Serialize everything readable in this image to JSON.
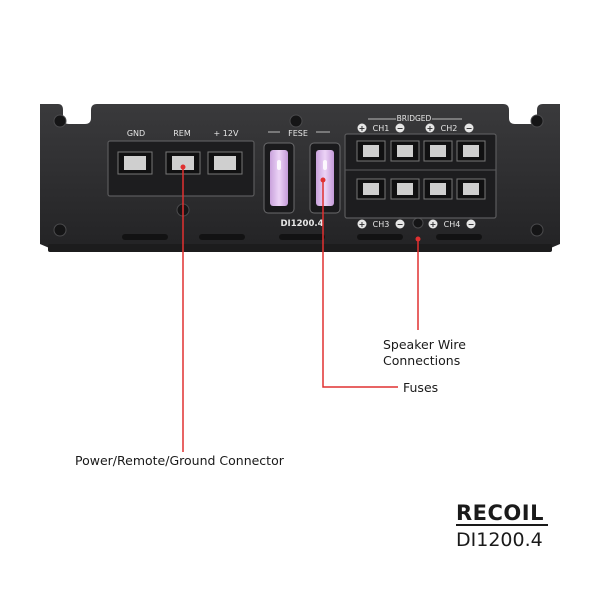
{
  "panel": {
    "gnd_label": "GND",
    "rem_label": "REM",
    "v12_label": "+ 12V",
    "fuse_label": "FESE",
    "bridged_label": "BRIDGED",
    "ch1_label": "CH1",
    "ch2_label": "CH2",
    "ch3_label": "CH3",
    "ch4_label": "CH4",
    "model_label": "DI1200.4",
    "plus_symbol": "+",
    "minus_symbol": "−"
  },
  "callouts": {
    "speaker": [
      "Speaker Wire",
      "Connections"
    ],
    "fuses": "Fuses",
    "power": "Power/Remote/Ground Connector"
  },
  "colors": {
    "callout_line": "#e03030",
    "fuse": "#d8a8e8",
    "chassis": "#2b2b2d"
  },
  "brand": {
    "logo": "RECOIL",
    "model": "DI1200.4"
  }
}
